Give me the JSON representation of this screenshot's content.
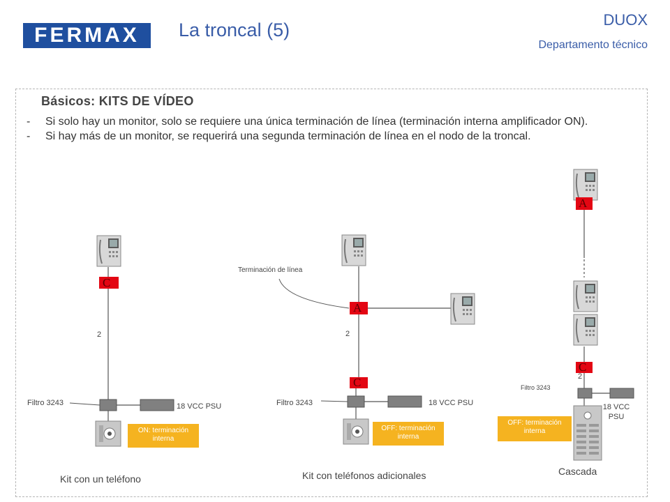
{
  "header": {
    "logo": "FERMAX",
    "title": "La troncal (5)",
    "brand": "DUOX",
    "department": "Departamento técnico"
  },
  "section": {
    "heading": "Básicos: KITS DE VÍDEO",
    "bullets": [
      "Si solo hay un monitor, solo se requiere una única terminación de línea (terminación interna amplificador ON).",
      "Si hay más de un monitor, se requerirá una segunda terminación de línea en el nodo de la troncal."
    ],
    "bullet_marker": "-"
  },
  "diagrams": {
    "kit1": {
      "wire_count": "2",
      "filter": "Filtro 3243",
      "psu": "18 VCC PSU",
      "note": "ON: terminación interna",
      "caption": "Kit con un teléfono",
      "node_letter": "C"
    },
    "kit2": {
      "termination_label": "Terminación  de línea",
      "wire_count": "2",
      "filter": "Filtro 3243",
      "psu": "18 VCC PSU",
      "note": "OFF: terminación interna",
      "caption": "Kit con teléfonos adicionales",
      "node_a": "A",
      "node_c": "C"
    },
    "kit3": {
      "wire_count": "2",
      "filter": "Filtro 3243",
      "psu": "18 VCC PSU",
      "note": "OFF: terminación interna",
      "caption": "Cascada",
      "node_a": "A",
      "node_c": "C"
    }
  },
  "colors": {
    "brand_blue": "#3a5da8",
    "logo_blue": "#1f4f9f",
    "node_red": "#e30613",
    "note_orange": "#f5b320",
    "device_gray": "#808080"
  }
}
